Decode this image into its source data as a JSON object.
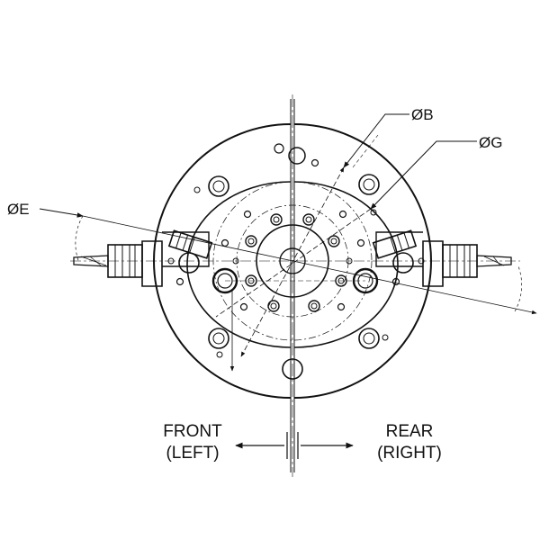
{
  "labels": {
    "dim_b": "ØB",
    "dim_g": "ØG",
    "dim_e": "ØE",
    "front": "FRONT",
    "front_sub": "(LEFT)",
    "rear": "REAR",
    "rear_sub": "(RIGHT)"
  },
  "colors": {
    "line": "#111111",
    "background": "#ffffff"
  }
}
